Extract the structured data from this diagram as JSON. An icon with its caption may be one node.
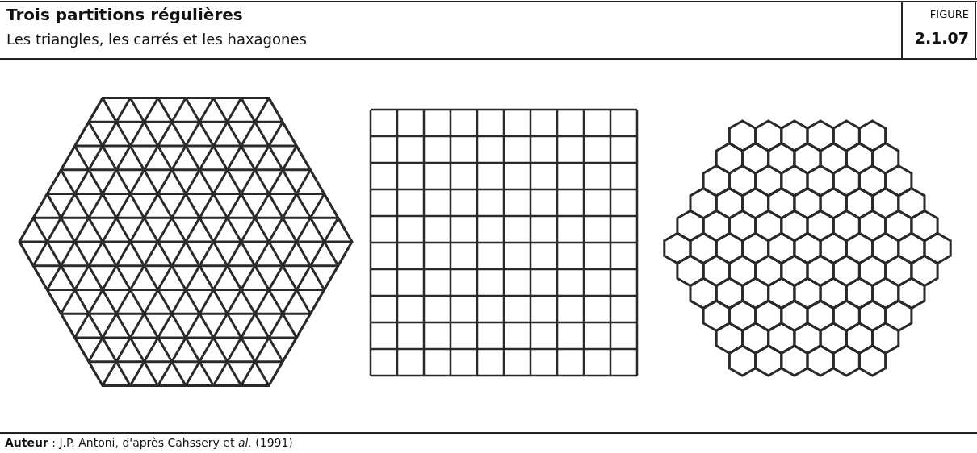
{
  "diagram": {
    "title": "Trois partitions régulières",
    "labels": [
      "Les triangles, les carrés et les haxagones",
      "FIGURE",
      "2.1.07"
    ],
    "caption": "**Auteur** : J.P. Antoni, d'après Cahssery et *al.* (1991)"
  }
}
